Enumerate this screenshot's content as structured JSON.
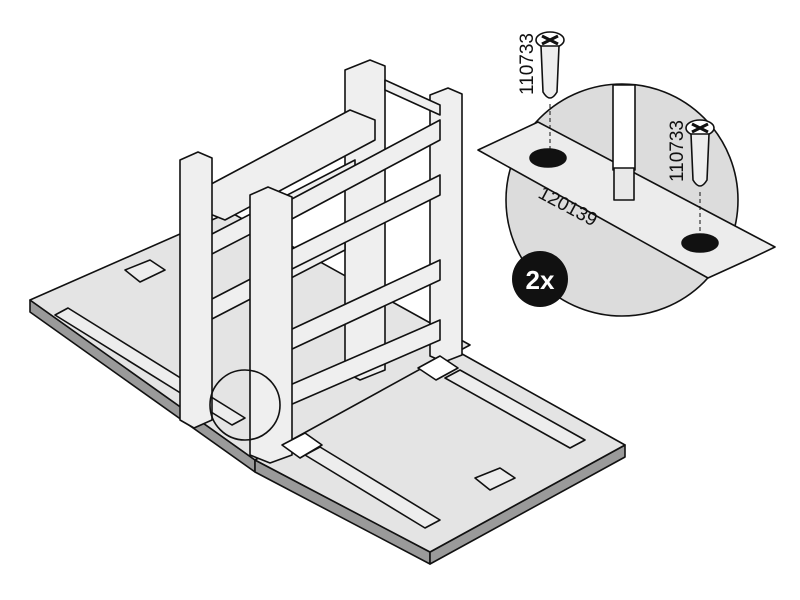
{
  "diagram": {
    "parts": {
      "screw_top": "110733",
      "screw_right": "110733",
      "bracket": "120139"
    },
    "quantity_badge": "2x",
    "colors": {
      "panel": "#e6e6e6",
      "line": "#111111",
      "inset_bg": "#dcdcdc",
      "badge": "#111111"
    }
  }
}
